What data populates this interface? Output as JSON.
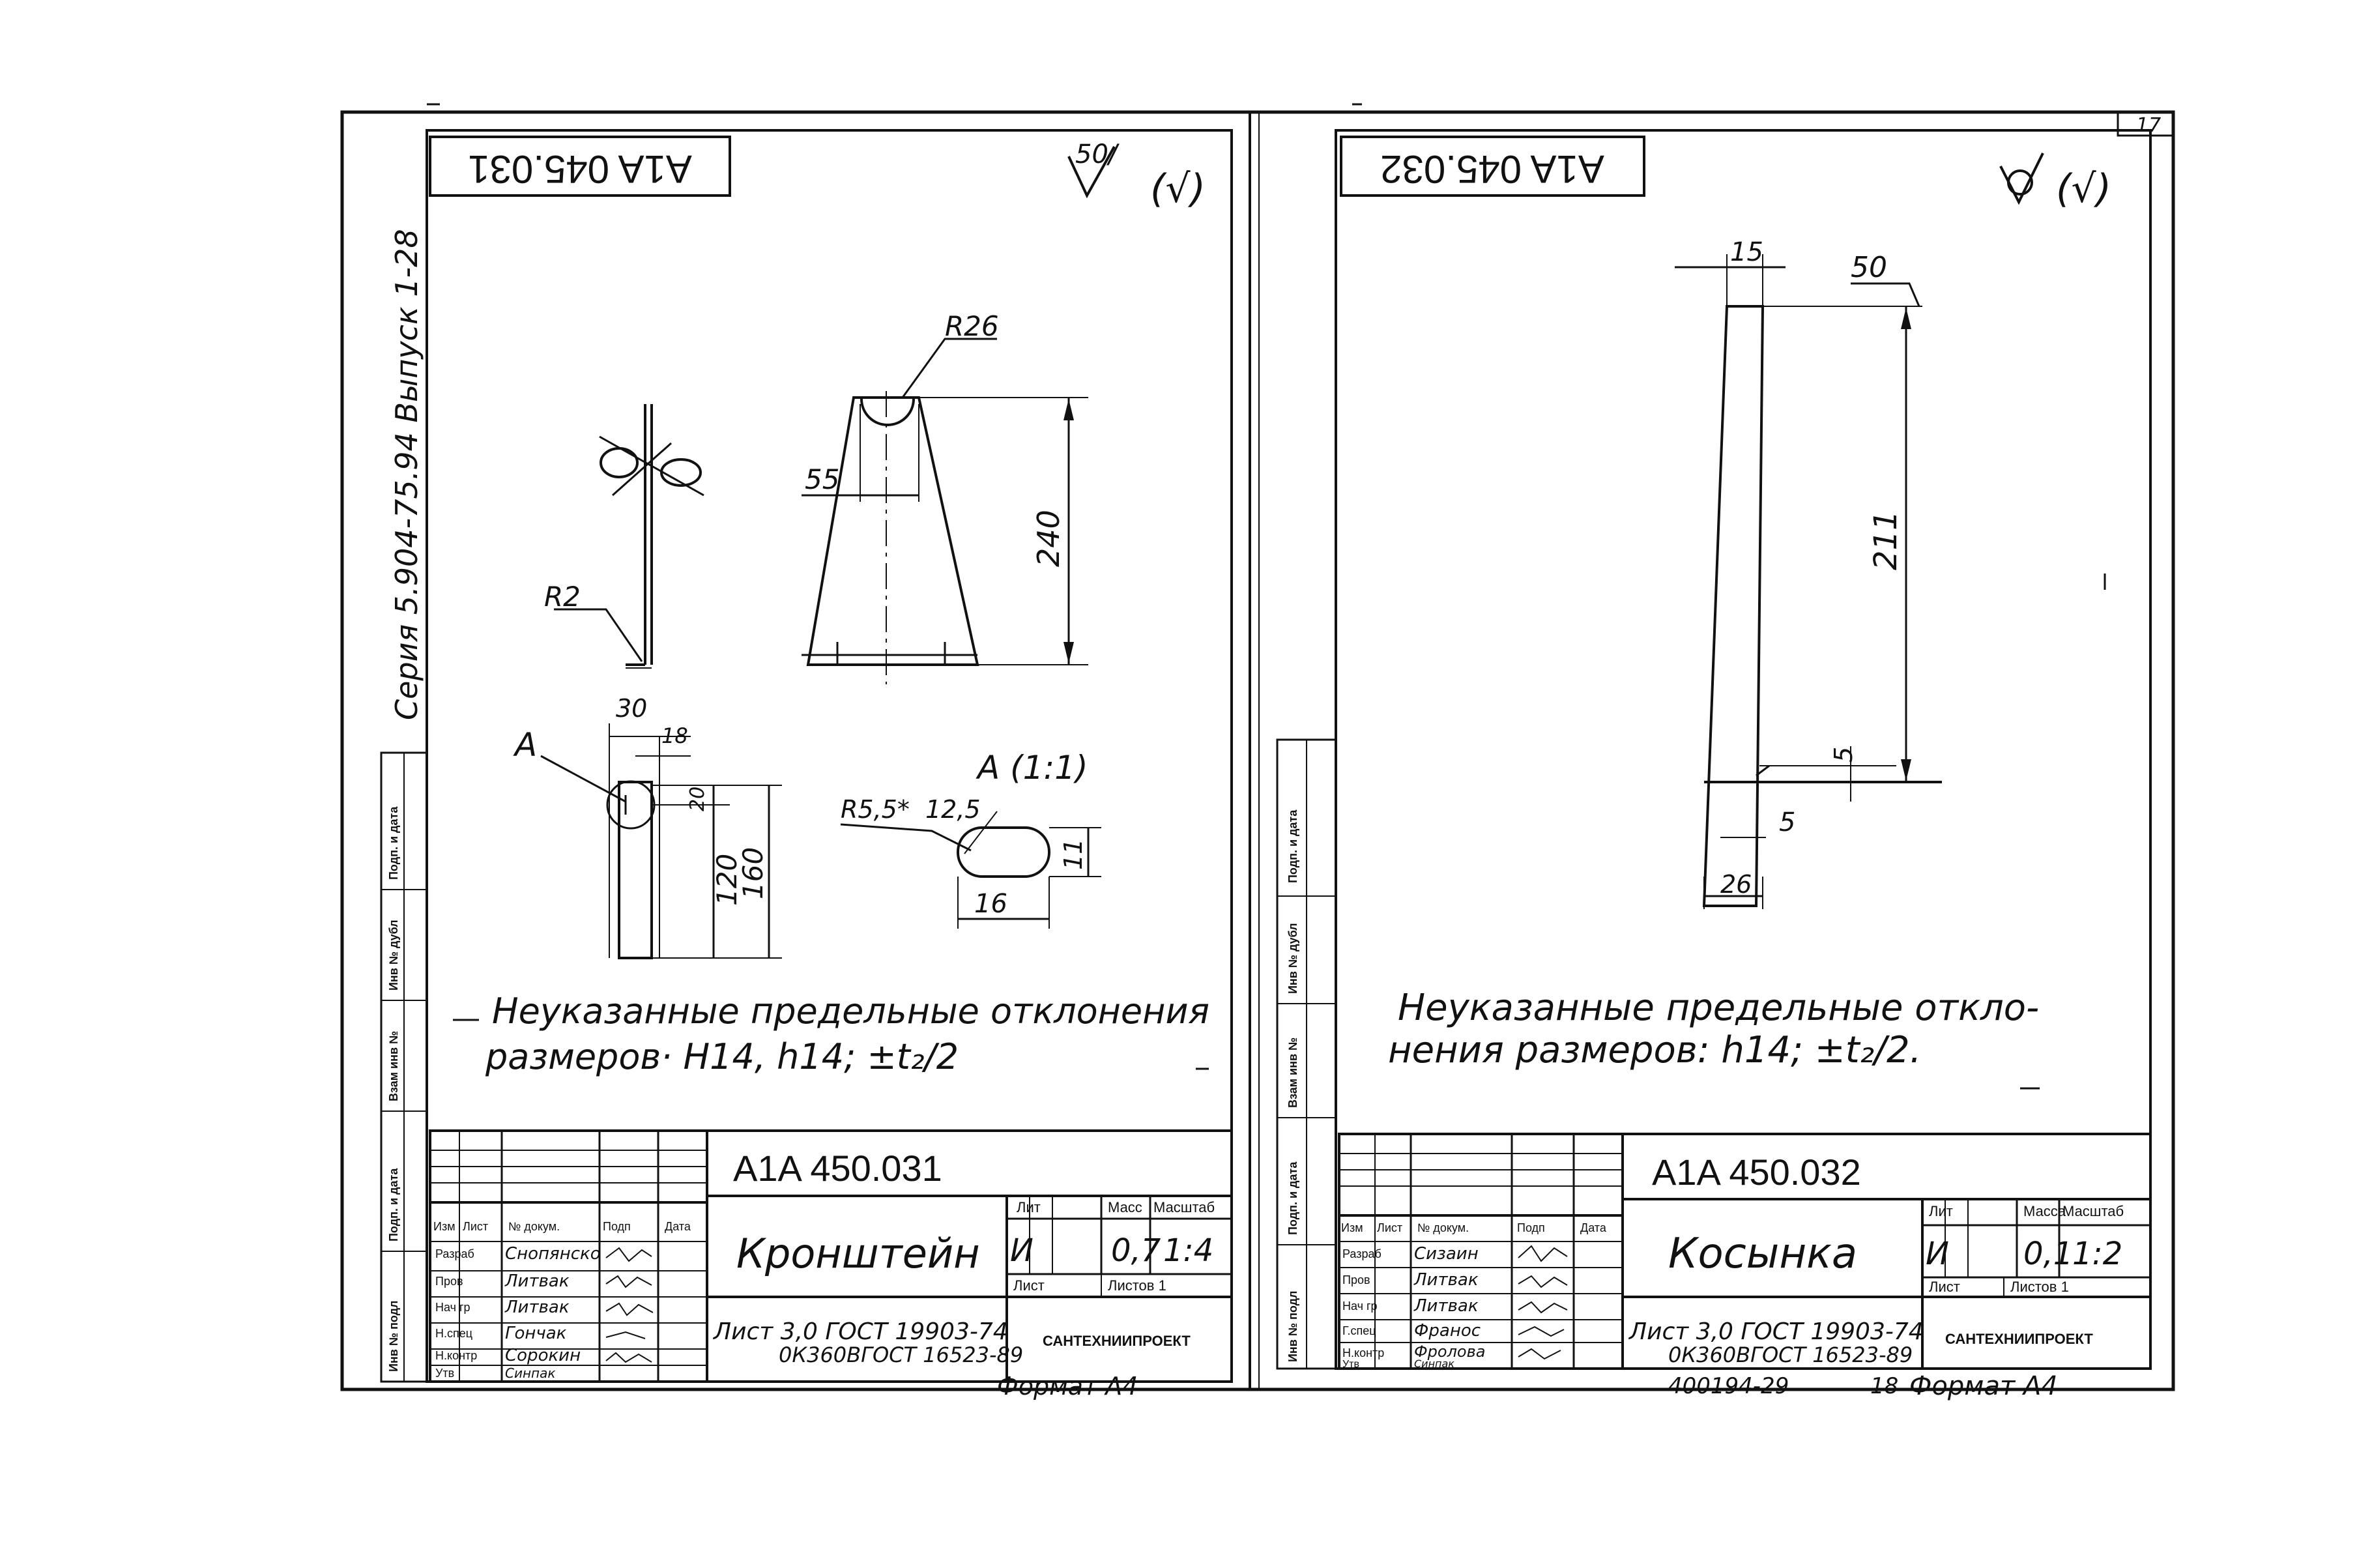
{
  "page_number": "17",
  "series_label": "Серия 5.904-75.94 Выпуск 1-28",
  "left_sheet": {
    "stamp_code": "A1A 045.031",
    "roughness": "50/",
    "roughness_paren": "(√)",
    "dims": {
      "r26": "R26",
      "d55": "55",
      "d240": "240",
      "r2": "R2",
      "d30": "30",
      "d18": "18",
      "d20": "20",
      "d120": "120",
      "d160": "160",
      "a_label": "A",
      "a_view": "A (1:1)",
      "r55": "R5,5*",
      "r125": "12,5",
      "d11": "11",
      "d16": "16"
    },
    "note_line1": "Неуказанные предельные отклонения",
    "note_line2": "размеров· H14, h14; ±t₂/2",
    "title_code": "A1A 450.031",
    "title_name": "Кронштейн",
    "lit_label": "Лит",
    "mass_label": "Масс",
    "scale_label": "Масштаб",
    "lit_value": "И",
    "mass_value": "0,7",
    "scale_value": "1:4",
    "sheet_label": "Лист",
    "sheets_label": "Листов 1",
    "material_line1": "Лист 3,0 ГОСТ 19903-74",
    "material_line2": "0К360ВГОСТ 16523-89",
    "org": "САНТЕХНИИПРОЕКТ",
    "format": "Формат А4",
    "sig_headers": [
      "Изм",
      "Лист",
      "№ докум.",
      "Подп",
      "Дата"
    ],
    "sig_roles": [
      "Разраб",
      "Пров",
      "Нач гр",
      "Н.спец",
      "Н.контр",
      "Утв"
    ],
    "sig_names": [
      "Снопянско",
      "Литвак",
      "Литвак",
      "Гончак",
      "Сорокин",
      "Синпак"
    ]
  },
  "right_sheet": {
    "stamp_code": "A1A 045.032",
    "roughness_paren": "(√)",
    "dims": {
      "d15": "15",
      "d50": "50",
      "d211": "211",
      "d5a": "5",
      "d5b": "5",
      "d26": "26"
    },
    "note_line1": "Неуказанные предельные откло-",
    "note_line2": "нения размеров: h14; ±t₂/2.",
    "title_code": "A1A 450.032",
    "title_name": "Косынка",
    "lit_label": "Лит",
    "mass_label": "Масса",
    "scale_label": "Масштаб",
    "lit_value": "И",
    "mass_value": "0,1",
    "scale_value": "1:2",
    "sheet_label": "Лист",
    "sheets_label": "Листов 1",
    "material_line1": "Лист 3,0 ГОСТ 19903-74",
    "material_line2": "0К360ВГОСТ 16523-89",
    "org": "САНТЕХНИИПРОЕКТ",
    "format": "Формат А4",
    "footer_code": "400194-29",
    "footer_num": "18",
    "sig_headers": [
      "Изм",
      "Лист",
      "№ докум.",
      "Подп",
      "Дата"
    ],
    "sig_roles": [
      "Разраб",
      "Пров",
      "Нач гр",
      "Г.спец",
      "Н.контр",
      "Утв"
    ],
    "sig_names": [
      "Сизаин",
      "Литвак",
      "Литвак",
      "Франос",
      "Фролова",
      "Синпак"
    ]
  },
  "side_columns": [
    "Подп. и дата",
    "Инв № дубл",
    "Взам инв №",
    "Подп. и дата",
    "Инв № подл"
  ]
}
